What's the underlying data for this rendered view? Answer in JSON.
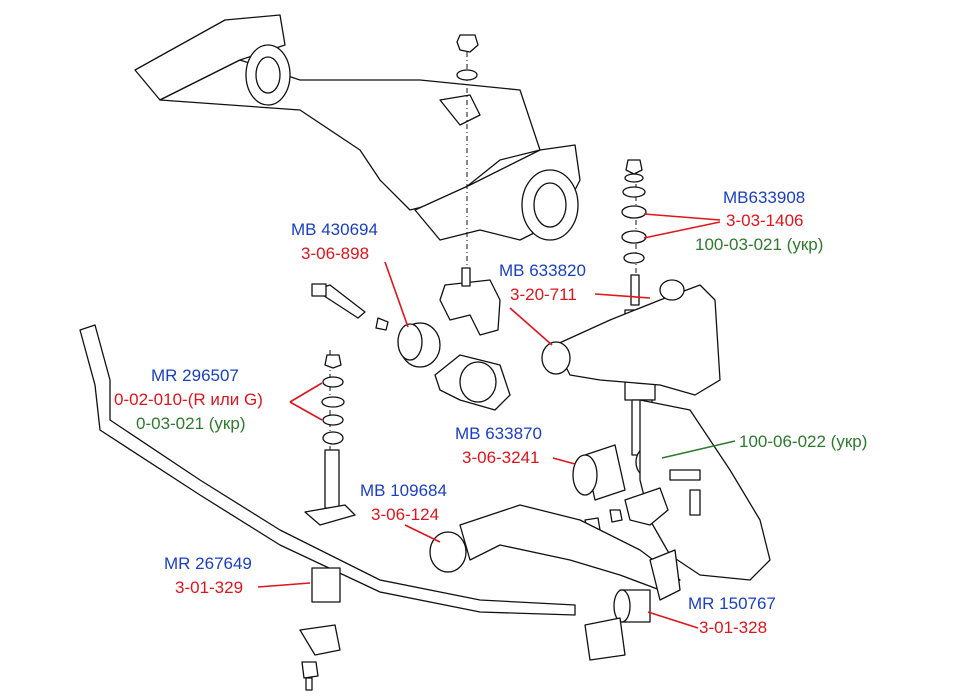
{
  "colors": {
    "part_number": "#1a3fc4",
    "code": "#e0141c",
    "ukr_code": "#2e7a2e"
  },
  "callouts": {
    "upper_nut": {
      "part": "MB633908",
      "code": "3-03-1406",
      "ukr": "100-03-021 (укр)"
    },
    "frame_bushing": {
      "part": "MB 430694",
      "code": "3-06-898"
    },
    "upper_arm": {
      "part": "MB 633820",
      "code": "3-20-711"
    },
    "stab_link": {
      "part": "MR 296507",
      "code": "0-02-010-(R или G)",
      "ukr": "0-03-021 (укр)"
    },
    "shock_bushing": {
      "part": "MB 633870",
      "code": "3-06-3241"
    },
    "shock_lower": {
      "ukr": "100-06-022 (укр)"
    },
    "lower_arm": {
      "part": "MB 109684",
      "code": "3-06-124"
    },
    "stab_bushing_left": {
      "part": "MR 267649",
      "code": "3-01-329"
    },
    "stab_bushing_right": {
      "part": "MR 150767",
      "code": "3-01-328"
    }
  }
}
